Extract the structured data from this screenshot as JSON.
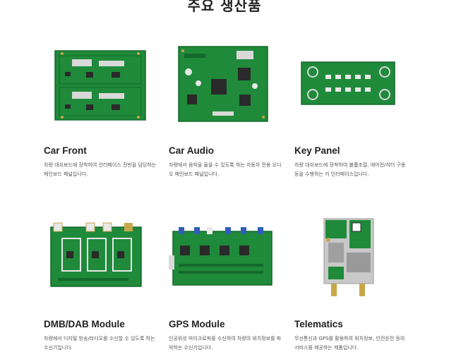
{
  "section": {
    "title": "주요 생산품"
  },
  "colors": {
    "pcb_green": "#1f8a3a",
    "pcb_dark": "#14692b",
    "chip": "#2a2a2a",
    "pad_gold": "#c8a64a",
    "connector_blue": "#2f5fb8",
    "connector_white": "#e8e8e8",
    "connector_red": "#b34a3a"
  },
  "products": [
    {
      "name": "Car Front",
      "desc": "차량 대쉬보드에 장착하여 인터페이스 전반을 담당하는 메인보드 패널입니다.",
      "image_icon": "car-front-pcb-image"
    },
    {
      "name": "Car Audio",
      "desc": "차량에서 음악을 들을 수 있도록 하는 자동차 전용 오디오 메인보드 패널입니다.",
      "image_icon": "car-audio-pcb-image"
    },
    {
      "name": "Key Panel",
      "desc": "차량 대쉬보드에 장착하여 볼륨조절, 에어컨/히터 구동 등을 수행하는 키 인터페이스입니다.",
      "image_icon": "key-panel-pcb-image"
    },
    {
      "name": "DMB/DAB Module",
      "desc": "차량에서 디지털 방송/라디오를 수신할 수 있도록 하는 수신기입니다.",
      "image_icon": "dmb-dab-module-pcb-image"
    },
    {
      "name": "GPS Module",
      "desc": "인공위성 마이크로파를 수신하여 차량의 위치정보를 파악하는 수신기입니다.",
      "image_icon": "gps-module-pcb-image"
    },
    {
      "name": "Telematics",
      "desc": "무선통신과 GPS를 활용하여 위치정보, 안전운전 등의 서비스를 제공하는 제품입니다.",
      "image_icon": "telematics-pcb-image"
    }
  ]
}
